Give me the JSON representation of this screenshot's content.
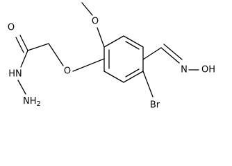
{
  "atom_labels": {
    "carbonyl_oxygen": "O",
    "hydrazide_nh": "HN",
    "hydrazide_nh2": "NH2",
    "ether_oxygen": "O",
    "methoxy_oxygen": "O",
    "bromine": "Br",
    "oxime_nitrogen": "N",
    "oxime_oh": "OH"
  },
  "colors": {
    "bond": "#000000",
    "label": "#000000",
    "background": "#ffffff"
  }
}
